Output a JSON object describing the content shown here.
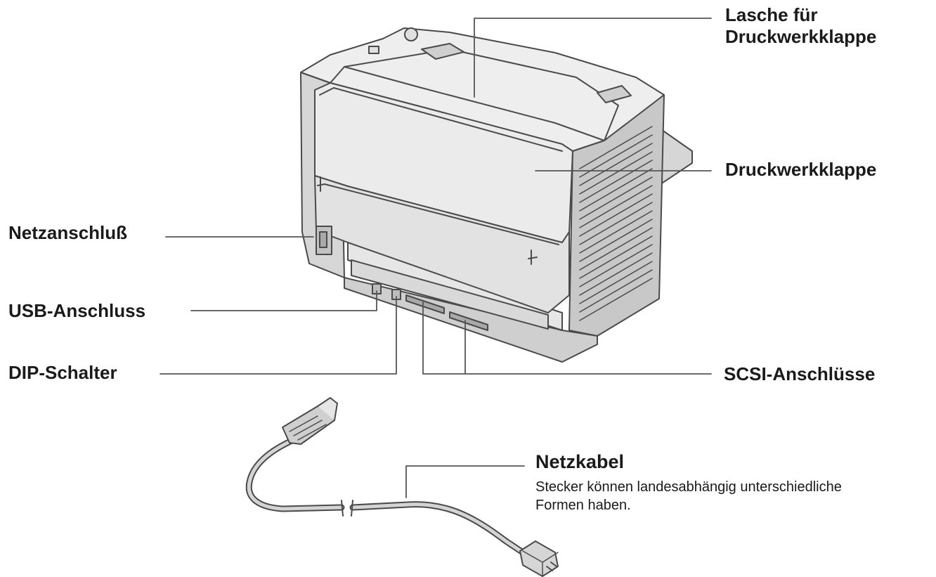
{
  "labels": {
    "lasche_line1": "Lasche für",
    "lasche_line2": "Druckwerkklappe",
    "druckwerkklappe": "Druckwerkklappe",
    "netzanschluss": "Netzanschluß",
    "usb_anschluss": "USB-Anschluss",
    "dip_schalter": "DIP-Schalter",
    "scsi_anschluesse": "SCSI-Anschlüsse",
    "netzkabel": "Netzkabel",
    "netzkabel_note_line1": "Stecker können landesabhängig unterschiedliche",
    "netzkabel_note_line2": "Formen haben."
  },
  "colors": {
    "stroke": "#4a4a4a",
    "body": "#dcdcdc",
    "body_light": "#efefef",
    "body_dark": "#b9b9b9",
    "text": "#1a1a1a"
  }
}
